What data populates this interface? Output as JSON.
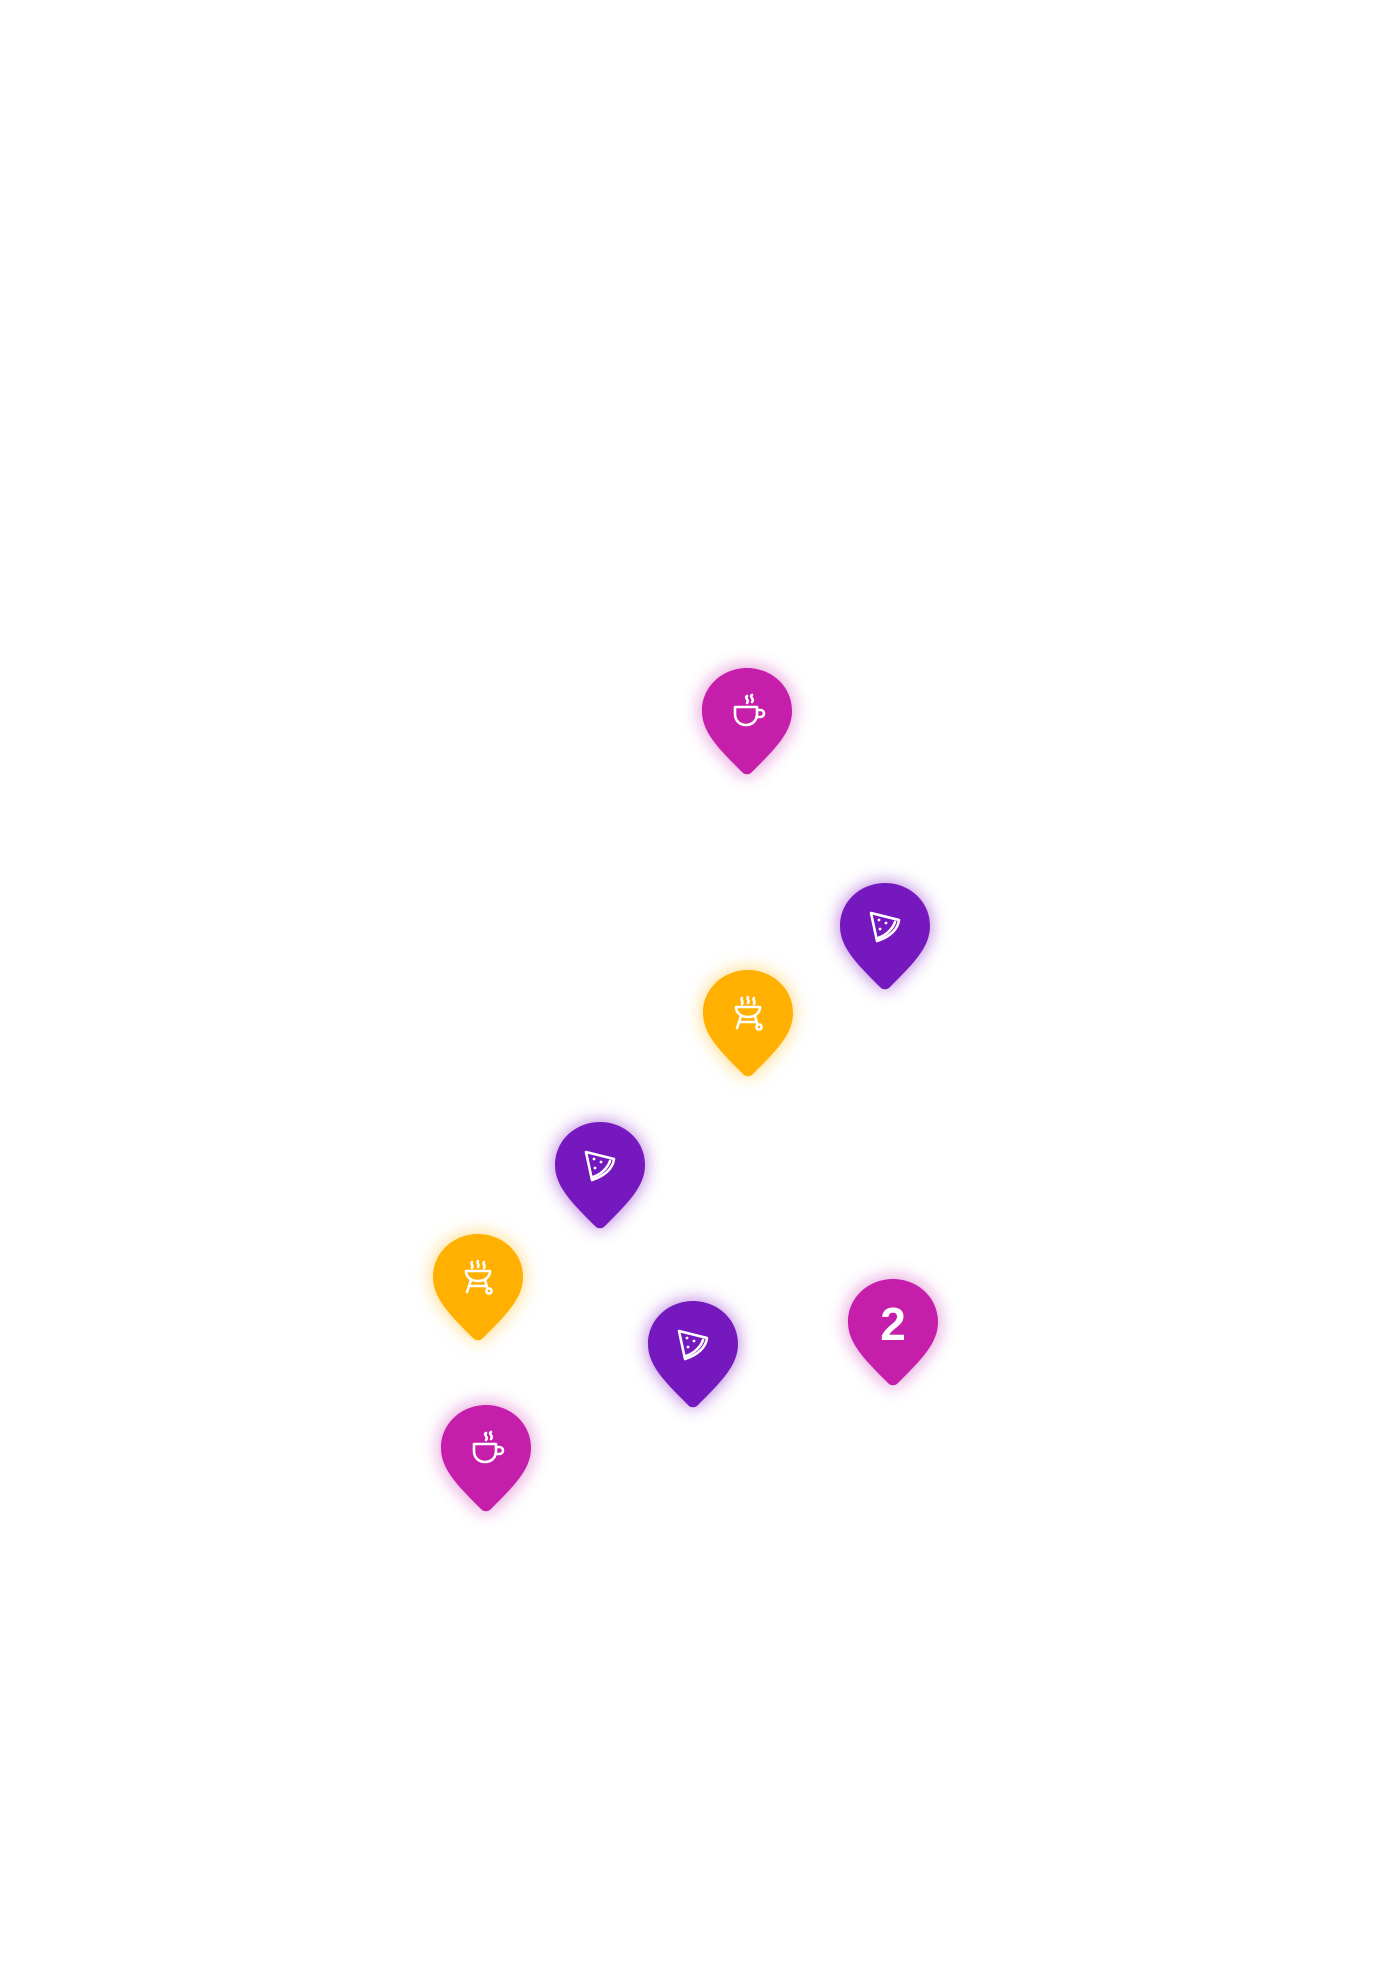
{
  "colors": {
    "magenta": "#C41EAA",
    "purple": "#7518BE",
    "amber": "#FFB000",
    "icon": "#FFFFFF"
  },
  "markers": [
    {
      "id": "pin-1",
      "category": "cafe",
      "icon": "coffee-cup-icon",
      "color": "#C41EAA"
    },
    {
      "id": "pin-2",
      "category": "pizza",
      "icon": "pizza-slice-icon",
      "color": "#7518BE"
    },
    {
      "id": "pin-3",
      "category": "bbq",
      "icon": "grill-icon",
      "color": "#FFB000"
    },
    {
      "id": "pin-4",
      "category": "pizza",
      "icon": "pizza-slice-icon",
      "color": "#7518BE"
    },
    {
      "id": "pin-5",
      "category": "bbq",
      "icon": "grill-icon",
      "color": "#FFB000"
    },
    {
      "id": "pin-6",
      "category": "pizza",
      "icon": "pizza-slice-icon",
      "color": "#7518BE"
    },
    {
      "id": "pin-7",
      "category": "cluster",
      "icon": "cluster-count",
      "color": "#C41EAA",
      "count": "2"
    },
    {
      "id": "pin-8",
      "category": "cafe",
      "icon": "coffee-cup-icon",
      "color": "#C41EAA"
    }
  ]
}
